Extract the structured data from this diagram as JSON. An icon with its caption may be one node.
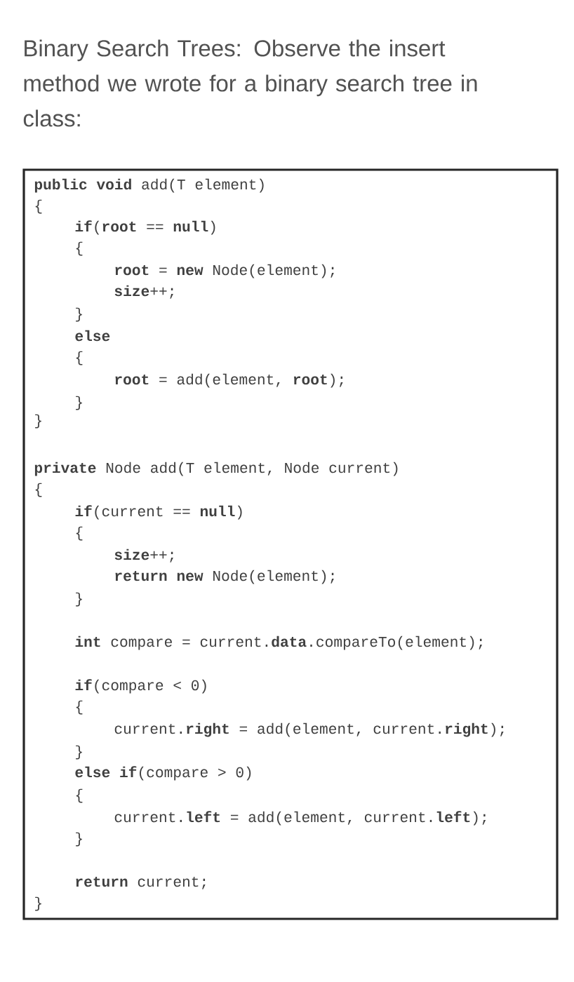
{
  "diagram": {
    "title": "Binary Search Trees: Observe the insert method we wrote for a binary search tree in class:",
    "nodes": [
      {
        "text": [
          "**public** **void** add(T element)",
          "{",
          "**if**(**root** == **null**)",
          "{",
          "**root** = **new** Node(element);",
          "**size**++;",
          "}",
          "**else**",
          "{",
          "**root** = add(element, **root**);",
          "}",
          "}",
          "**private** Node add(T element, Node current)",
          "{",
          "**if**(current == **null**)",
          "{",
          "**size**++;",
          "**return** **new** Node(element);",
          "}",
          "**int** compare = current.**data**.compareTo(element);",
          "**if**(compare < 0)",
          "{",
          "current.**right** = add(element, current.**right**);",
          "}",
          "**else** **if**(compare > 0)",
          "{",
          "current.**left** = add(element, current.**left**);",
          "}",
          "**return** current;",
          "}"
        ]
      }
    ]
  }
}
